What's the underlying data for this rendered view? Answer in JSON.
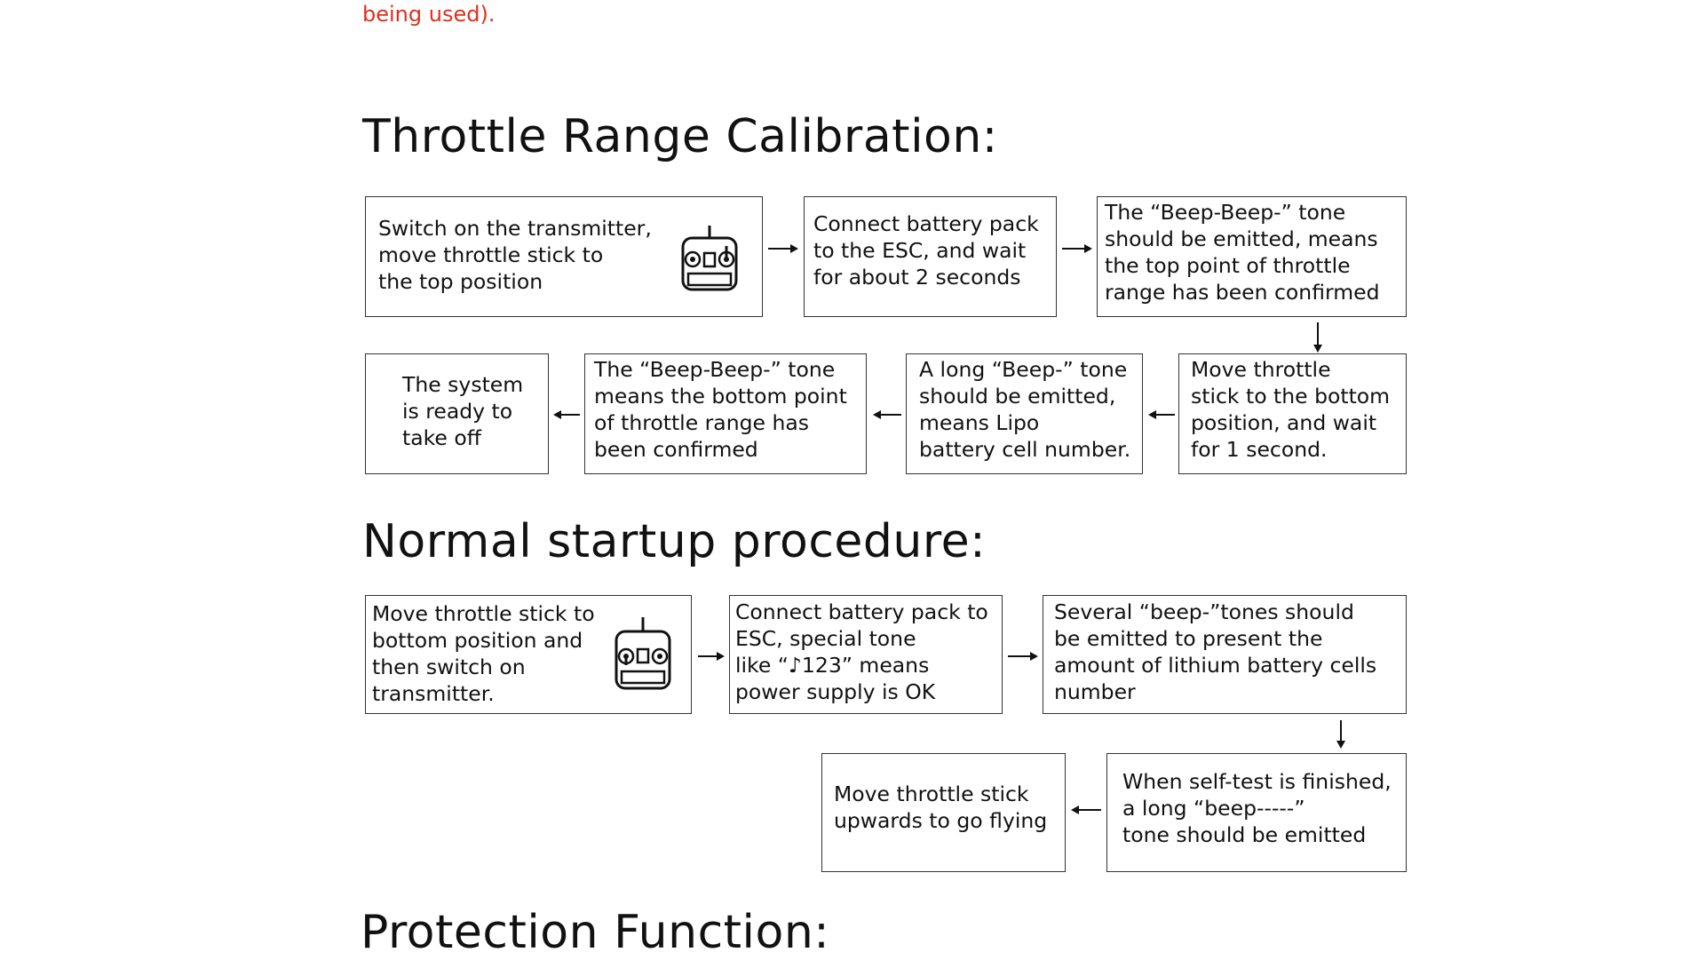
{
  "note": {
    "red_text": "being used)."
  },
  "sections": {
    "throttle_calibration": {
      "title": "Throttle Range Calibration:",
      "steps": [
        "Switch on the transmitter,\nmove throttle stick to\nthe top position",
        "Connect battery pack\nto the ESC, and wait\nfor about 2 seconds",
        "The “Beep-Beep-” tone\nshould be emitted, means\nthe top point of throttle\nrange has been confirmed",
        "Move throttle\nstick to the bottom\nposition, and wait\nfor 1 second.",
        "A long “Beep-” tone\nshould be emitted,\nmeans Lipo\nbattery cell number.",
        "The “Beep-Beep-” tone\nmeans the bottom point\nof throttle range has\nbeen confirmed",
        "The system\nis ready to\ntake off"
      ]
    },
    "normal_startup": {
      "title": "Normal startup procedure:",
      "steps": [
        "Move throttle stick to\nbottom position and\nthen switch on\ntransmitter.",
        "Connect battery pack to\nESC, special tone\nlike “♪123” means\npower supply is OK",
        "Several “beep-”tones should\nbe emitted to present the\namount of lithium battery cells\nnumber",
        "When self-test is finished,\na long “beep-----”\ntone should be emitted",
        "Move throttle stick\nupwards to go flying"
      ]
    },
    "protection": {
      "title": "Protection Function:"
    }
  },
  "icons": {
    "transmitter": "transmitter-icon",
    "arrow": "arrow-icon"
  },
  "colors": {
    "red_note": "#e0301e",
    "text": "#111111",
    "border": "#333333"
  }
}
